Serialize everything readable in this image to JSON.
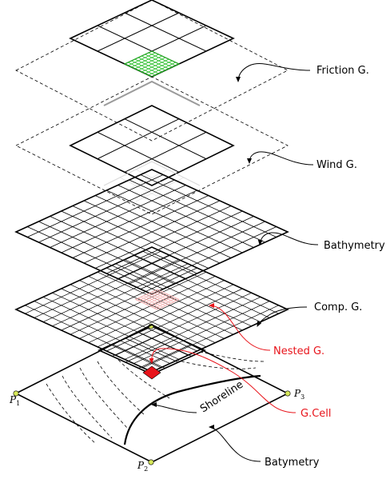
{
  "labels": {
    "friction": "Friction G.",
    "wind": "Wind G.",
    "bathymetry": "Bathymetry",
    "comp": "Comp. G.",
    "nested": "Nested G.",
    "gcell": "G.Cell",
    "batymetry": "Batymetry",
    "shoreline": "Shoreline"
  },
  "points": {
    "p1": {
      "letter": "P",
      "sub": "1"
    },
    "p2": {
      "letter": "P",
      "sub": "2"
    },
    "p3": {
      "letter": "P",
      "sub": "3"
    }
  },
  "colors": {
    "black": "#000000",
    "red": "#e8141b",
    "green": "#22bb22",
    "grey": "#9a9a9a",
    "lightgrey": "#d8d8d8",
    "pink": "#f2a0a0",
    "pointFill": "#d7e85a",
    "cellFill": "#e8141b"
  }
}
